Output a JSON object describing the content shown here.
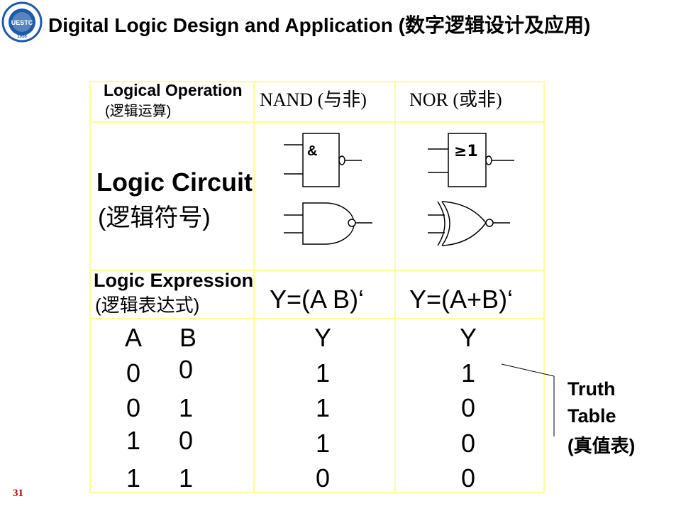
{
  "slide": {
    "title": "Digital Logic Design and Application (数字逻辑设计及应用)",
    "slide_number": "31"
  },
  "logo": {
    "icon": "university-seal-icon",
    "text": "UESTC",
    "year": "1956"
  },
  "table": {
    "row_headers": {
      "operation": {
        "en": "Logical Operation",
        "zh": "(逻辑运算)"
      },
      "circuit": {
        "en": "Logic Circuit",
        "zh": "(逻辑符号)"
      },
      "expression": {
        "en": "Logic Expression",
        "zh": "(逻辑表达式)"
      }
    },
    "columns": {
      "nand": {
        "operation": "NAND (与非)",
        "symbol_label": "&",
        "expression": "Y=(A B)‘"
      },
      "nor": {
        "operation": "NOR (或非)",
        "symbol_label": "≥1",
        "expression": "Y=(A+B)‘"
      }
    },
    "truth_table": {
      "headers": {
        "a": "A",
        "b": "B",
        "nand": "Y",
        "nor": "Y"
      },
      "rows": [
        {
          "a": "0",
          "b": "0",
          "nand": "1",
          "nor": "1"
        },
        {
          "a": "0",
          "b": "1",
          "nand": "1",
          "nor": "0"
        },
        {
          "a": "1",
          "b": "0",
          "nand": "1",
          "nor": "0"
        },
        {
          "a": "1",
          "b": "1",
          "nand": "0",
          "nor": "0"
        }
      ]
    }
  },
  "callout": {
    "line1": "Truth",
    "line2": "Table",
    "line3": "(真值表)"
  },
  "colors": {
    "grid": "#ffff99",
    "slide_number": "#c00000",
    "logo": "#1f5aa8"
  }
}
